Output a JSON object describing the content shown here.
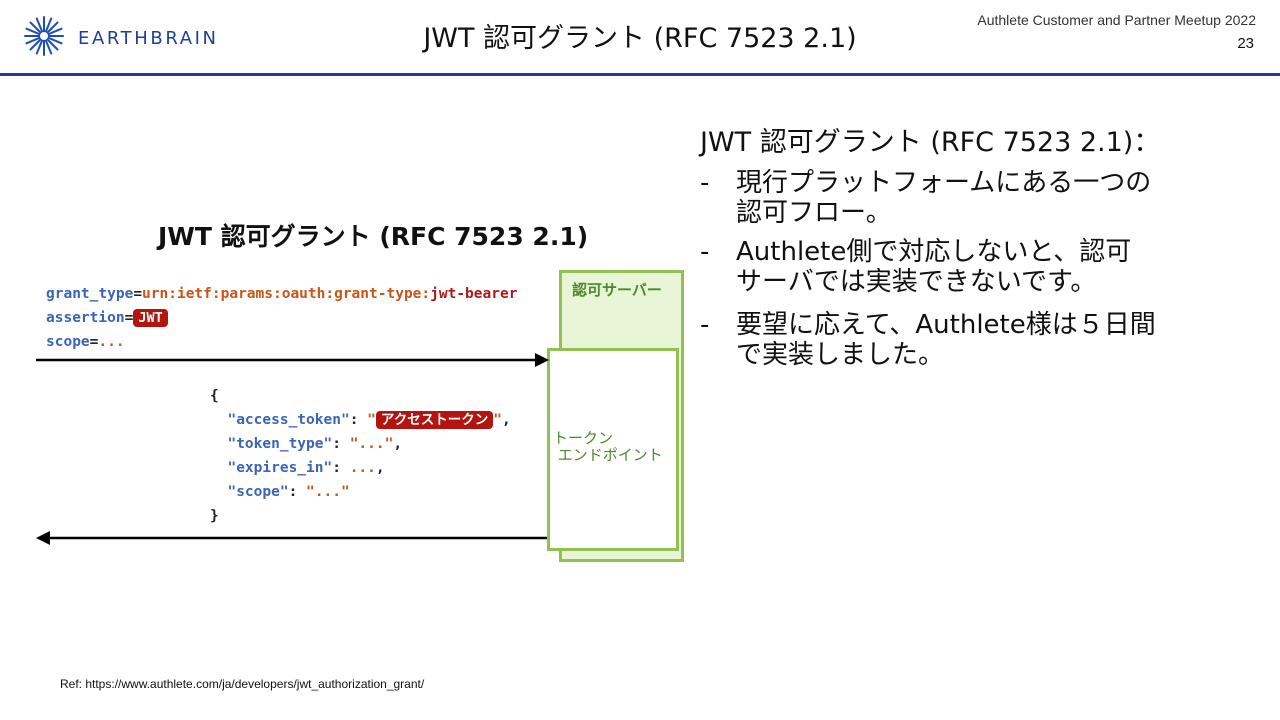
{
  "header": {
    "logo_text": "EARTHBRAIN",
    "logo_icon": "starburst-logo-icon",
    "slide_title": "JWT 認可グラント (RFC 7523 2.1)",
    "event_name": "Authlete Customer and Partner Meetup 2022",
    "page_number": "23"
  },
  "colors": {
    "header_rule": "#1f3aa0",
    "code_key": "#3a64b8",
    "code_value": "#c8541a",
    "badge_bg": "#b3140f",
    "server_fill": "#e8f5d6",
    "server_border": "#92c152",
    "server_text": "#4d8a2a"
  },
  "diagram": {
    "title": "JWT 認可グラント (RFC 7523 2.1)",
    "request": {
      "grant_type_key": "grant_type",
      "grant_type_value": "urn:ietf:params:oauth:grant-type:",
      "grant_type_value_tail": "jwt-bearer",
      "assertion_key": "assertion",
      "assertion_badge": "JWT",
      "scope_key": "scope",
      "scope_value": "...",
      "equals": "="
    },
    "response": {
      "open_brace": "{",
      "close_brace": "}",
      "access_token_key": "\"access_token\"",
      "access_token_badge": "アクセストークン",
      "token_type_key": "\"token_type\"",
      "token_type_value": "\"...\"",
      "expires_in_key": "\"expires_in\"",
      "expires_in_value": "...",
      "scope_key": "\"scope\"",
      "scope_value": "\"...\""
    },
    "server_label": "認可サーバー",
    "endpoint_label": "トークン\n エンドポイント"
  },
  "bullets": {
    "title": "JWT 認可グラント (RFC 7523 2.1)：",
    "dash": "-",
    "items": [
      "現行プラットフォームにある一つの認可フロー。",
      "Authlete側で対応しないと、認可サーバでは実装できないです。",
      "要望に応えて、Authlete様は５日間で実装しました。"
    ]
  },
  "reference": "Ref: https://www.authlete.com/ja/developers/jwt_authorization_grant/"
}
